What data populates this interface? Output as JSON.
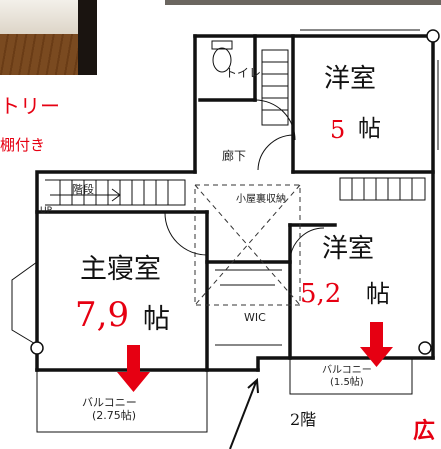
{
  "floor_label": "2階",
  "pantry": {
    "title": "トリー",
    "subtitle": "棚付き"
  },
  "rooms": {
    "western1": {
      "name": "洋室",
      "size_num": "5",
      "size_unit": "帖"
    },
    "western2": {
      "name": "洋室",
      "size_num": "5,2",
      "size_unit": "帖"
    },
    "master": {
      "name": "主寝室",
      "size_num": "7,9",
      "size_unit": "帖"
    }
  },
  "labels": {
    "toilet": "トイレ",
    "hallway": "廊下",
    "stairs": "階段",
    "up": "UP",
    "attic": "小屋裏収納",
    "wic": "WIC"
  },
  "balconies": {
    "left": {
      "name": "バルコニー",
      "size": "(2.75帖)"
    },
    "right": {
      "name": "バルコニー",
      "size": "(1.5帖)"
    }
  },
  "edge_text": "広",
  "colors": {
    "accent": "#e60012",
    "line": "#111111"
  }
}
